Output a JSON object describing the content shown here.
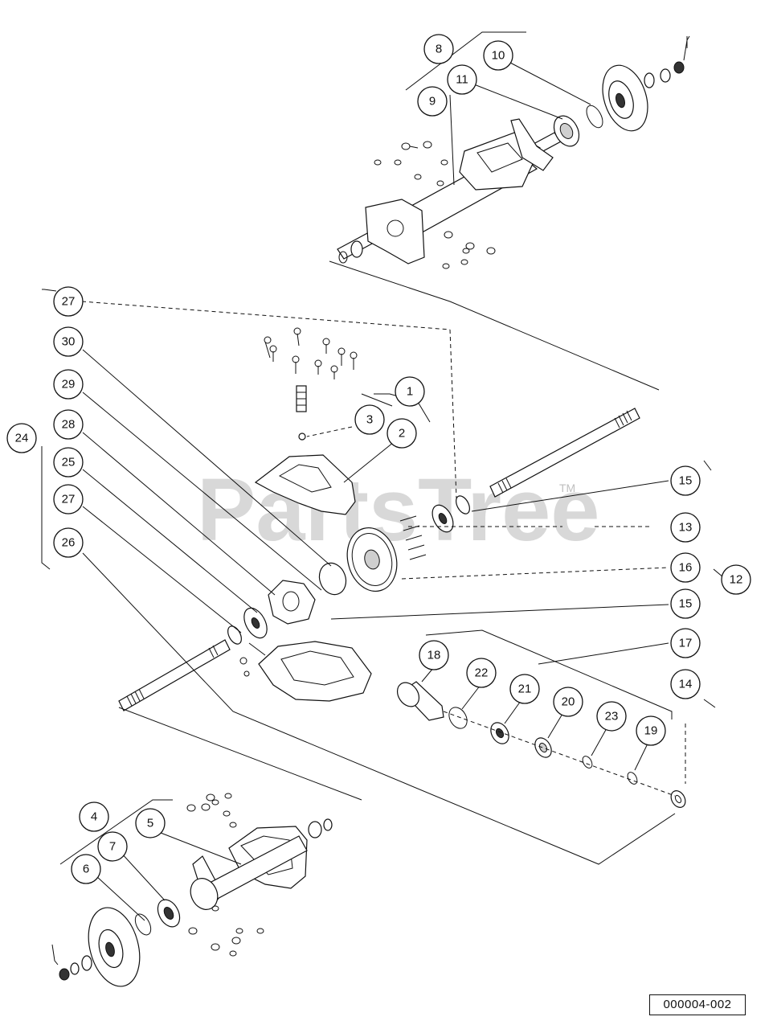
{
  "watermark": {
    "text": "PartsTree",
    "trademark": "TM"
  },
  "drawing_number": "000004-002",
  "callouts": [
    {
      "id": "c-8",
      "label": "8"
    },
    {
      "id": "c-10",
      "label": "10"
    },
    {
      "id": "c-11",
      "label": "11"
    },
    {
      "id": "c-9",
      "label": "9"
    },
    {
      "id": "c-27a",
      "label": "27"
    },
    {
      "id": "c-30",
      "label": "30"
    },
    {
      "id": "c-29",
      "label": "29"
    },
    {
      "id": "c-24",
      "label": "24"
    },
    {
      "id": "c-28",
      "label": "28"
    },
    {
      "id": "c-25",
      "label": "25"
    },
    {
      "id": "c-27b",
      "label": "27"
    },
    {
      "id": "c-26",
      "label": "26"
    },
    {
      "id": "c-1",
      "label": "1"
    },
    {
      "id": "c-3",
      "label": "3"
    },
    {
      "id": "c-2",
      "label": "2"
    },
    {
      "id": "c-15a",
      "label": "15"
    },
    {
      "id": "c-13",
      "label": "13"
    },
    {
      "id": "c-16",
      "label": "16"
    },
    {
      "id": "c-12",
      "label": "12"
    },
    {
      "id": "c-15b",
      "label": "15"
    },
    {
      "id": "c-17",
      "label": "17"
    },
    {
      "id": "c-14",
      "label": "14"
    },
    {
      "id": "c-18",
      "label": "18"
    },
    {
      "id": "c-22",
      "label": "22"
    },
    {
      "id": "c-21",
      "label": "21"
    },
    {
      "id": "c-20",
      "label": "20"
    },
    {
      "id": "c-23",
      "label": "23"
    },
    {
      "id": "c-19",
      "label": "19"
    },
    {
      "id": "c-4",
      "label": "4"
    },
    {
      "id": "c-5",
      "label": "5"
    },
    {
      "id": "c-7",
      "label": "7"
    },
    {
      "id": "c-6",
      "label": "6"
    }
  ]
}
